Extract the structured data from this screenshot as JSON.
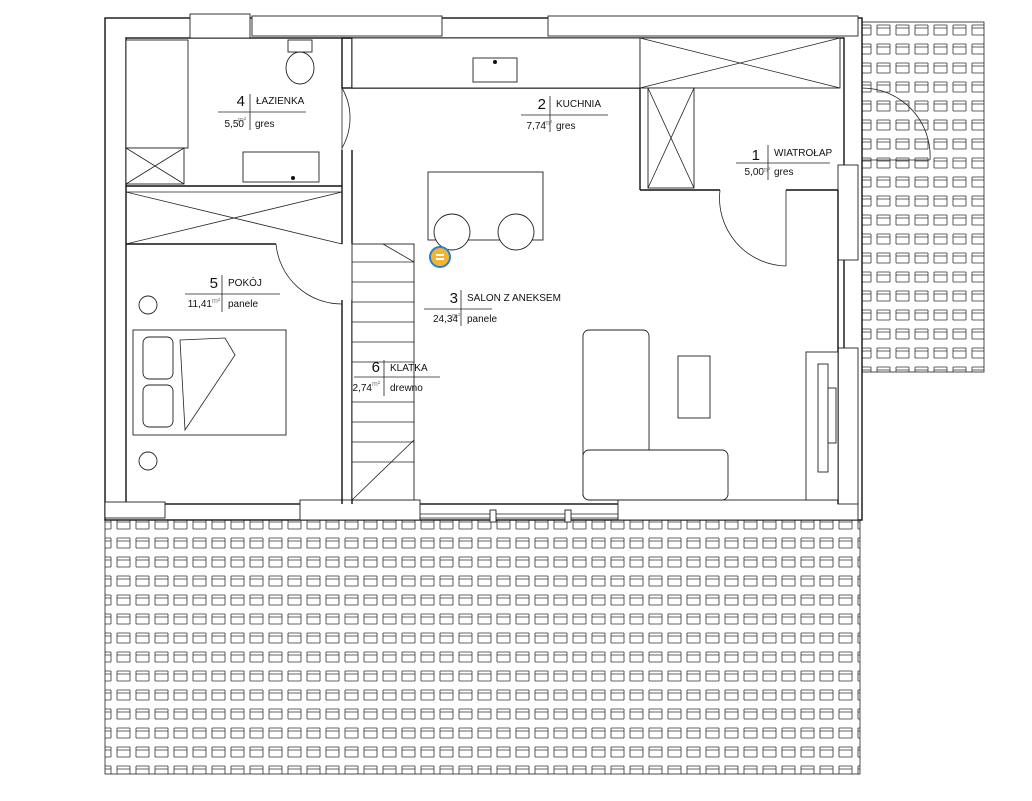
{
  "rooms": [
    {
      "id": "wiatrolap",
      "number": "1",
      "name": "WIATROŁAP",
      "area": "5,00",
      "unit": "m²",
      "finish": "gres"
    },
    {
      "id": "kuchnia",
      "number": "2",
      "name": "KUCHNIA",
      "area": "7,74",
      "unit": "m²",
      "finish": "gres"
    },
    {
      "id": "salon",
      "number": "3",
      "name": "SALON Z ANEKSEM",
      "area": "24,34",
      "unit": "m²",
      "finish": "panele"
    },
    {
      "id": "lazienka",
      "number": "4",
      "name": "ŁAZIENKA",
      "area": "5,50",
      "unit": "m²",
      "finish": "gres"
    },
    {
      "id": "pokoj",
      "number": "5",
      "name": "POKÓJ",
      "area": "11,41",
      "unit": "m²",
      "finish": "panele"
    },
    {
      "id": "klatka",
      "number": "6",
      "name": "KLATKA",
      "area": "2,74",
      "unit": "m²",
      "finish": "drewno"
    }
  ],
  "colors": {
    "marker_fill": "#f2b631",
    "marker_border": "#2a7fd6",
    "line": "#111111"
  },
  "icons": {
    "marker": "comment-marker-icon"
  }
}
